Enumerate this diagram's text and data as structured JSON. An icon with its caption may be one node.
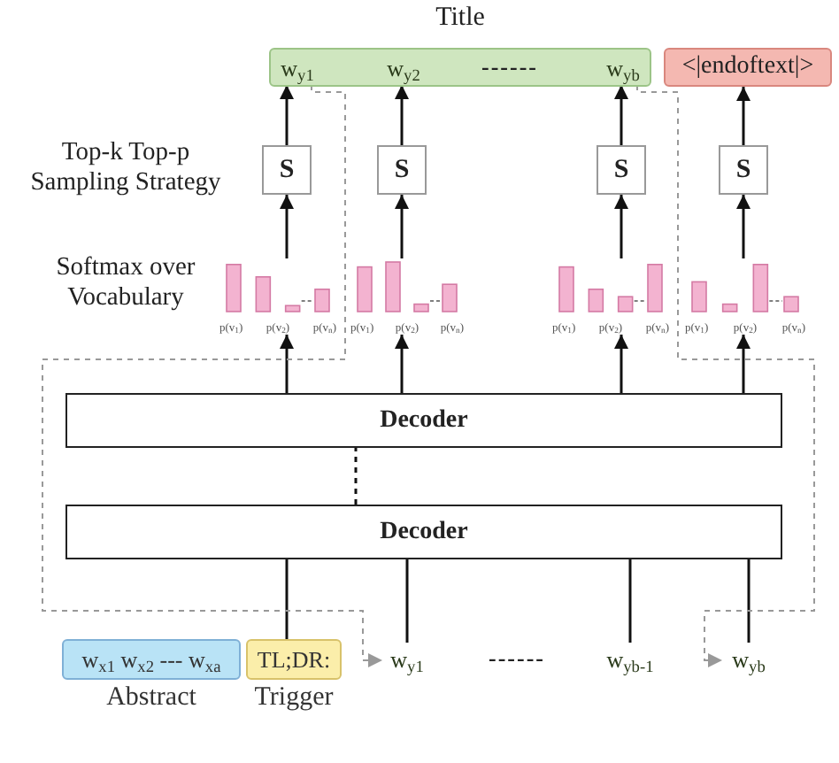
{
  "diagram": {
    "nodes": [
      {
        "text": [
          "Title"
        ]
      },
      {
        "text": [
          "w$_{y1}$"
        ],
        "in": 0
      },
      {
        "text": [
          "w$_{y2}$"
        ],
        "in": 0
      },
      {
        "text": [
          "w$_{yb}$"
        ],
        "in": 0
      },
      {
        "text": [
          "<|endoftext|>"
        ]
      },
      {
        "text": [
          "S"
        ]
      },
      {
        "text": [
          "S"
        ]
      },
      {
        "text": [
          "S"
        ]
      },
      {
        "text": [
          "S"
        ]
      },
      {
        "text": [
          "p(v$_{1}$)",
          "p(v$_{2}$)",
          "p(v$_{n}$)"
        ]
      },
      {
        "text": [
          "p(v$_{1}$)",
          "p(v$_{2}$)",
          "p(v$_{n}$)"
        ]
      },
      {
        "text": [
          "p(v$_{1}$)",
          "p(v$_{2}$)",
          "p(v$_{n}$)"
        ]
      },
      {
        "text": [
          "p(v$_{1}$)",
          "p(v$_{2}$)",
          "p(v$_{n}$)"
        ]
      },
      {
        "text": [
          "Decoder"
        ]
      },
      {
        "text": [
          "Decoder"
        ]
      },
      {
        "text": [
          "w$_{x1}$ w$_{x2}$ --- w$_{xa}$"
        ],
        "beside": [
          "Abstract"
        ]
      },
      {
        "text": [
          "TL;DR:"
        ],
        "beside": [
          "Trigger"
        ]
      },
      {
        "text": [
          "w$_{y1}$"
        ]
      },
      {
        "text": [
          "w$_{yb-1}$"
        ]
      },
      {
        "text": [
          "w$_{yb}$"
        ]
      }
    ],
    "edges": [
      {
        "from": 5,
        "to": 1,
        "arrow": "to"
      },
      {
        "from": 6,
        "to": 2,
        "arrow": "to"
      },
      {
        "from": 7,
        "to": 3,
        "arrow": "to"
      },
      {
        "from": 8,
        "to": 4,
        "arrow": "to"
      },
      {
        "from": 9,
        "to": 5,
        "arrow": "to"
      },
      {
        "from": 10,
        "to": 6,
        "arrow": "to"
      },
      {
        "from": 11,
        "to": 7,
        "arrow": "to"
      },
      {
        "from": 12,
        "to": 8,
        "arrow": "to"
      },
      {
        "from": 13,
        "to": 9,
        "arrow": "to"
      },
      {
        "from": 13,
        "to": 10,
        "arrow": "to"
      },
      {
        "from": 13,
        "to": 11,
        "arrow": "to"
      },
      {
        "from": 13,
        "to": 12,
        "arrow": "to"
      },
      {
        "from": 14,
        "to": 13,
        "arrow": "none",
        "style": "dashed"
      },
      {
        "from": 16,
        "to": 14,
        "arrow": "none"
      },
      {
        "from": 17,
        "to": 14,
        "arrow": "none"
      },
      {
        "from": 18,
        "to": 14,
        "arrow": "none"
      },
      {
        "from": 19,
        "to": 14,
        "arrow": "none"
      },
      {
        "from": 1,
        "to": 17,
        "arrow": "to",
        "style": "dashed",
        "color": "#999999"
      },
      {
        "from": 3,
        "to": 19,
        "arrow": "to",
        "style": "dashed",
        "color": "#999999"
      }
    ],
    "labels": [
      "------",
      "Top-k Top-p Sampling Strategy",
      "Softmax over Vocabulary",
      "------"
    ]
  }
}
